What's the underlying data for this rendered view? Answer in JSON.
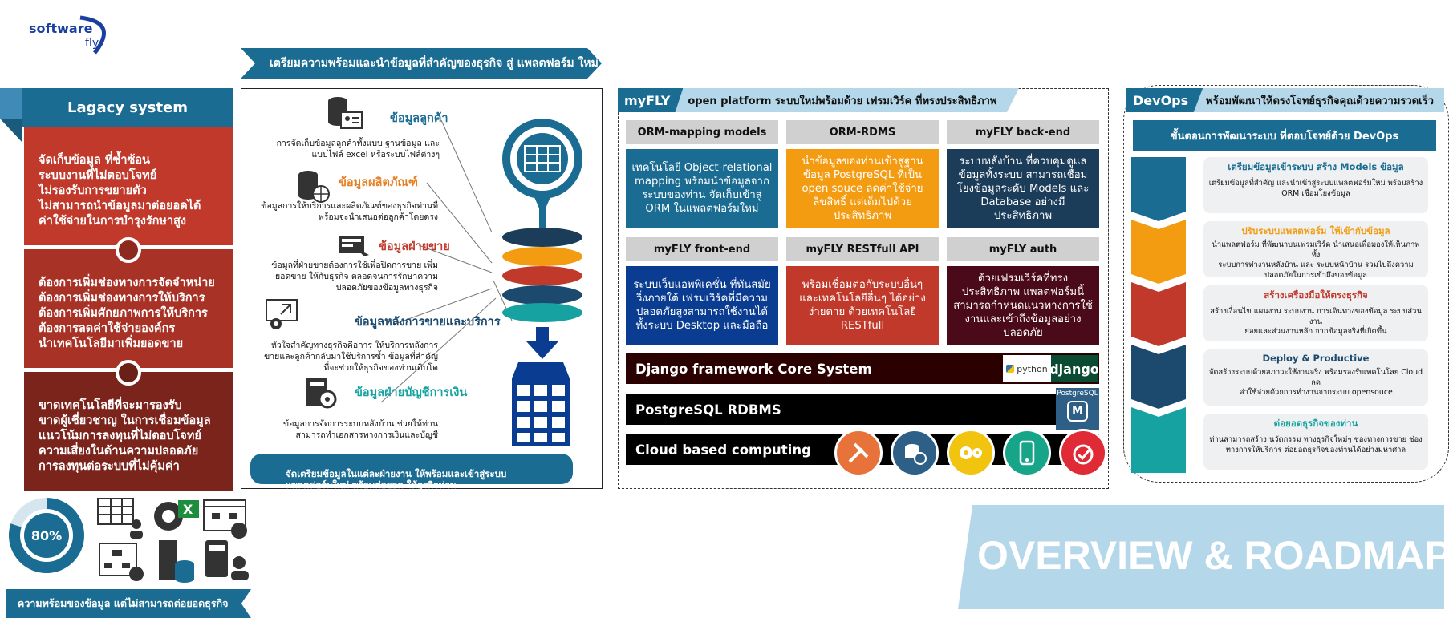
{
  "logo": {
    "line1": "software",
    "line2": "fly"
  },
  "top_banner": "เตรียมความพร้อมและนำข้อมูลที่สำคัญของธุรกิจ สู่ แพลตฟอร์ม ใหม่",
  "legacy": {
    "title": "Lagacy system",
    "cards": [
      {
        "text": "จัดเก็บข้อมูล ที่ซ้ำซ้อน\nระบบงานที่ไม่ตอบโจทย์\nไม่รองรับการขยายตัว\nไม่สามารถนำข้อมูลมาต่อยอดได้\nค่าใช้จ่ายในการบำรุงรักษาสูง",
        "color": "#c0392b"
      },
      {
        "text": "ต้องการเพิ่มช่องทางการจัดจำหน่าย\nต้องการเพิ่มช่องทางการให้บริการ\nต้องการเพิ่มศักยภาพการให้บริการ\nต้องการลดค่าใช้จ่ายองค์กร\nนำเทคโนโลยีมาเพิ่มยอดขาย",
        "color": "#a93226"
      },
      {
        "text": "ขาดเทคโนโลยีที่จะมารองรับ\nขาดผู้เชี่ยวชาญ ในการเชื่อมข้อมูล\nแนวโน้มการลงทุนที่ไม่ตอบโจทย์\nความเสี่ยงในด้านความปลอดภัย\nการลงทุนต่อระบบที่ไม่คุ้มค่า",
        "color": "#7b241c"
      }
    ],
    "percent": "80%",
    "bottom_banner": "ความพร้อมของข้อมูล แต่ไม่สามารถต่อยอดธุรกิจ"
  },
  "prep": {
    "items": [
      {
        "title": "ข้อมูลลูกค้า",
        "desc": "การจัดเก็บข้อมูลลูกค้าทั้งแบบ ฐานข้อมูล และ\nแบบไฟล์ excel หรือระบบไฟล์ต่างๆ",
        "color": "#1a6c92",
        "icon": "customer-database-icon"
      },
      {
        "title": "ข้อมูลผลิตภัณฑ์",
        "desc": "ข้อมูลการให้บริการและผลิตภัณฑ์ของธุรกิจท่านที่\nพร้อมจะนำเสนอต่อลูกค้าโดยตรง",
        "color": "#e67e22",
        "icon": "product-database-icon"
      },
      {
        "title": "ข้อมูลฝ่ายขาย",
        "desc": "ข้อมูลที่ฝ่ายขายต้องการใช้เพื่อปิดการขาย เพิ่ม\nยอดขาย ให้กับธุรกิจ ตลอดจนการรักษาความ\nปลอดภัยของข้อมูลทางธุรกิจ",
        "color": "#c0392b",
        "icon": "sales-icon"
      },
      {
        "title": "ข้อมูลหลังการขายและบริการ",
        "desc": "หัวใจสำคัญทางธุรกิจคือการ ให้บริการหลังการ\nขายและลูกค้ากลับมาใช้บริการซ้ำ ข้อมูลที่สำคัญ\nที่จะช่วยให้ธุรกิจของท่านเติบโต",
        "color": "#1c4a6e",
        "icon": "after-sales-icon"
      },
      {
        "title": "ข้อมูลฝ่ายบัญชีการเงิน",
        "desc": "ข้อมูลการจัดการระบบหลังบ้าน ช่วยให้ท่าน\nสามารถทำเอกสารทางการเงินและบัญชี",
        "color": "#17a2a2",
        "icon": "accounting-icon"
      }
    ],
    "footer": "จัดเตรียมข้อมูลในแต่ละฝ่ายงาน ให้พร้อมและเข้าสู่ระบบ\nแพลตฟอร์มใหม่ พร้อมต่อยอด ให้ธุรกิจท่าน"
  },
  "myfly": {
    "tag": "myFLY",
    "title": "open platform ระบบใหม่พร้อมด้วย เฟรมเวิร์ค ที่ทรงประสิทธิภาพ",
    "modules": [
      {
        "head": "ORM-mapping models",
        "body": "เทคโนโลยี Object-relational\nmapping พร้อมนำข้อมูลจาก\nระบบของท่าน จัดเก็บเข้าสู่\nORM ในแพลตฟอร์มใหม่",
        "color": "#1a6c92"
      },
      {
        "head": "ORM-RDMS",
        "body": "นำข้อมูลของท่านเข้าสู่ฐาน\nข้อมูล PostgreSQL ที่เป็น\nopen souce ลดค่าใช้จ่าย\nลิขสิทธิ์ แต่เต็มไปด้วย\nประสิทธิภาพ",
        "color": "#f39c12"
      },
      {
        "head": "myFLY back-end",
        "body": "ระบบหลังบ้าน ที่ควบคุมดูแล\nข้อมูลทั้งระบบ สามารถเชื่อม\nโยงข้อมูลระดับ Models และ\nDatabase อย่างมี\nประสิทธิภาพ",
        "color": "#1c3d5a"
      },
      {
        "head": "myFLY front-end",
        "body": "ระบบเว็บแอพพิเคชั่น ที่ทันสมัย\nวิ่งภายใต้ เฟรมเวิร์คที่มีความ\nปลอดภัยสูงสามารถใช้งานได้\nทั้งระบบ Desktop และมือถือ",
        "color": "#0a3d91"
      },
      {
        "head": "myFLY RESTfull API",
        "body": "พร้อมเชื่อมต่อกับระบบอื่นๆ\nและเทคโนโลยีอื่นๆ ได้อย่าง\nง่ายดาย ด้วยเทคโนโลยี\nRESTfull",
        "color": "#c0392b"
      },
      {
        "head": "myFLY auth",
        "body": "ด้วยเฟรมเวิร์คที่ทรง\nประสิทธิภาพ แพลตฟอร์มนี้\nสามารถกำหนดแนวทางการใช้\nงานและเข้าถึงข้อมูลอย่าง\nปลอดภัย",
        "color": "#4a0a1a"
      }
    ],
    "django_bar": "Django framework Core System",
    "python_label": "python",
    "django_label": "django",
    "postgres_bar": "PostgreSQL RDBMS",
    "postgres_logo": "PostgreSQL",
    "cloud_bar": "Cloud based computing",
    "circles": [
      {
        "icon": "tools-icon",
        "color": "#e8733a"
      },
      {
        "icon": "database-shield-icon",
        "color": "#2e5f87"
      },
      {
        "icon": "gears-icon",
        "color": "#f1c40f"
      },
      {
        "icon": "mobile-icon",
        "color": "#17a589"
      },
      {
        "icon": "security-check-icon",
        "color": "#e02b36"
      }
    ]
  },
  "devops": {
    "tag": "DevOps",
    "title": "พร้อมพัฒนาให้ตรงโจทย์ธุรกิจคุณด้วยความรวดเร็ว",
    "header": "ขั้นตอนการพัฒนาระบบ ที่ตอบโจทย์ด้วย DevOps",
    "steps": [
      {
        "title": "เตรียมข้อมูลเข้าระบบ สร้าง Models ข้อมูล",
        "desc": "เตรียมข้อมูลที่สำคัญ และนำเข้าสู่ระบบแพลตฟอร์มใหม่ พร้อมสร้าง\nORM เชื่อมโยงข้อมูล",
        "color": "#1a6c92"
      },
      {
        "title": "ปรับระบบแพลตฟอร์ม ให้เข้ากับข้อมูล",
        "desc": "นำแพลตฟอร์ม ที่พัฒนาบนเฟรมเวิร์ค นำเสนอเพื่อมองให้เห็นภาพ ทั้ง\nระบบการทำงานหลังบ้าน และ ระบบหน้าบ้าน รวมไปถึงความ\nปลอดภัยในการเข้าถึงของข้อมูล",
        "color": "#f39c12"
      },
      {
        "title": "สร้างเครื่องมือให้ตรงธุรกิจ",
        "desc": "สร้างเงื่อนไข แผนงาน ระบบงาน การเดินทางของข้อมูล ระบบส่วนงาน\nย่อยและส่วนงานหลัก จากข้อมูลจริงที่เกิดขึ้น",
        "color": "#c0392b"
      },
      {
        "title": "Deploy & Productive",
        "desc": "จัดสร้างระบบด้วยสภาวะใช้งานจริง พร้อมรองรับเทคโนโลย Cloud ลด\nค่าใช้จ่ายด้วยการทำงานจากระบบ opensouce",
        "color": "#1c4a6e"
      },
      {
        "title": "ต่อยอดธุรกิจของท่าน",
        "desc": "ท่านสามารถสร้าง นวัตกรรม ทางธุรกิจใหม่ๆ ช่องทางการขาย ช่อง\nทางการให้บริการ ต่อยอดธุรกิจของท่านได้อย่างมหาศาล",
        "color": "#17a2a2"
      }
    ]
  },
  "overview": "OVERVIEW & ROADMAP"
}
